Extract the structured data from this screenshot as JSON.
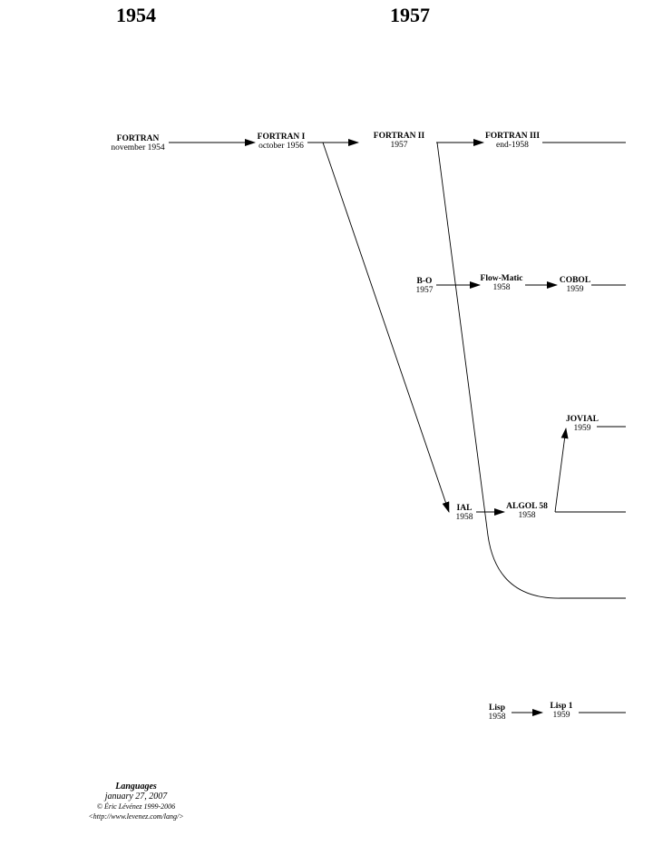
{
  "years": [
    "1954",
    "1957"
  ],
  "nodes": [
    {
      "id": "fortran",
      "name": "FORTRAN",
      "date": "november 1954"
    },
    {
      "id": "fortran1",
      "name": "FORTRAN I",
      "date": "october 1956"
    },
    {
      "id": "fortran2",
      "name": "FORTRAN II",
      "date": "1957"
    },
    {
      "id": "fortran3",
      "name": "FORTRAN III",
      "date": "end-1958"
    },
    {
      "id": "b0",
      "name": "B-O",
      "date": "1957"
    },
    {
      "id": "flowmatic",
      "name": "Flow-Matic",
      "date": "1958"
    },
    {
      "id": "cobol",
      "name": "COBOL",
      "date": "1959"
    },
    {
      "id": "jovial",
      "name": "JOVIAL",
      "date": "1959"
    },
    {
      "id": "ial",
      "name": "IAL",
      "date": "1958"
    },
    {
      "id": "algol58",
      "name": "ALGOL 58",
      "date": "1958"
    },
    {
      "id": "lisp",
      "name": "Lisp",
      "date": "1958"
    },
    {
      "id": "lisp1",
      "name": "Lisp 1",
      "date": "1959"
    }
  ],
  "edges": [
    {
      "from": "fortran",
      "to": "fortran1"
    },
    {
      "from": "fortran1",
      "to": "fortran2"
    },
    {
      "from": "fortran2",
      "to": "fortran3"
    },
    {
      "from": "fortran1",
      "to": "ial"
    },
    {
      "from": "fortran2",
      "to": "continuation"
    },
    {
      "from": "b0",
      "to": "flowmatic"
    },
    {
      "from": "flowmatic",
      "to": "cobol"
    },
    {
      "from": "algol58",
      "to": "jovial"
    },
    {
      "from": "ial",
      "to": "algol58"
    },
    {
      "from": "lisp",
      "to": "lisp1"
    }
  ],
  "credits": {
    "title": "Languages",
    "date": "january 27, 2007",
    "copyright": "© Éric Lévénez 1999-2006",
    "url": "<http://www.levenez.com/lang/>"
  }
}
